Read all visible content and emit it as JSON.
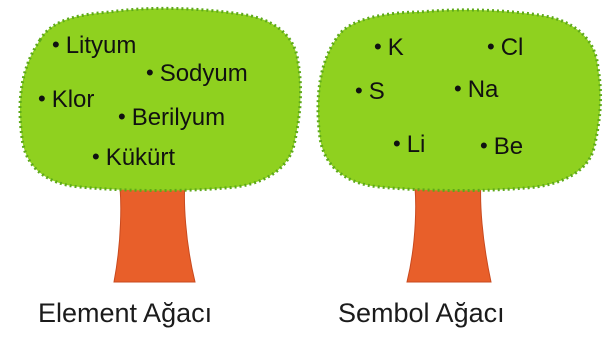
{
  "colors": {
    "foliage": "#8fd11f",
    "foliage_edge": "#5da91a",
    "foliage_highlight": "#a7df3a",
    "trunk": "#e85f2a",
    "trunk_shadow": "#c94a1f"
  },
  "trees": [
    {
      "name": "Element Ağacı",
      "items": [
        "Lityum",
        "Sodyum",
        "Klor",
        "Berilyum",
        "Kükürt"
      ]
    },
    {
      "name": "Sembol Ağacı",
      "items": [
        "K",
        "Cl",
        "S",
        "Na",
        "Li",
        "Be"
      ]
    }
  ],
  "bullet": "•"
}
